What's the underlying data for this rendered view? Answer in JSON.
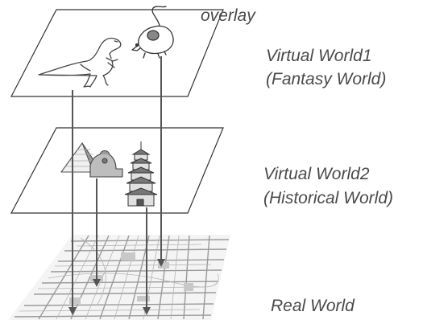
{
  "labels": {
    "overlay": "overlay",
    "layer1_line1": "Virtual World1",
    "layer1_line2": "(Fantasy World)",
    "layer2_line1": "Virtual World2",
    "layer2_line2": "(Historical World)",
    "layer3": "Real World"
  },
  "icons": {
    "layer1": [
      "dinosaur-icon",
      "mouse-icon"
    ],
    "layer2": [
      "pyramid-icon",
      "sphinx-icon",
      "pagoda-icon"
    ],
    "layer3": [
      "city-map-icon"
    ]
  },
  "colors": {
    "plane_stroke": "#333333",
    "arrow": "#555555",
    "label_text": "#4a4a4a",
    "map_road": "#9a9a9a"
  }
}
